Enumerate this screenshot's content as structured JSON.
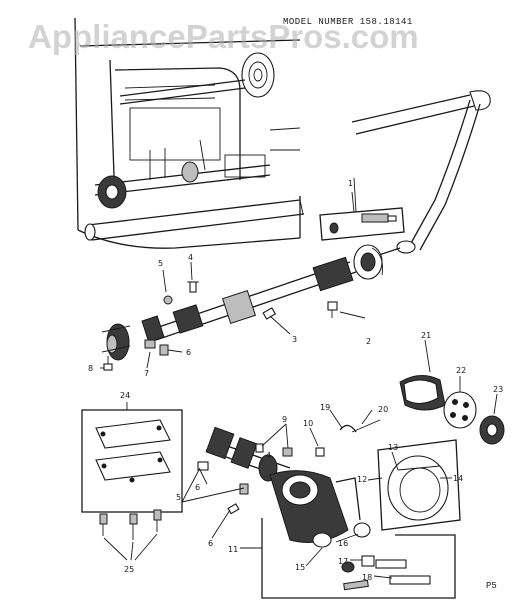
{
  "header": {
    "watermark": "AppliancePartsPros.com",
    "model_number": "MODEL NUMBER 158.18141"
  },
  "footer": {
    "page_label": "P5"
  },
  "callouts": [
    {
      "id": "c1",
      "label": "1"
    },
    {
      "id": "c2",
      "label": "2"
    },
    {
      "id": "c3",
      "label": "3"
    },
    {
      "id": "c4a",
      "label": "4"
    },
    {
      "id": "c4b",
      "label": "4"
    },
    {
      "id": "c5a",
      "label": "5"
    },
    {
      "id": "c5b",
      "label": "5"
    },
    {
      "id": "c6a",
      "label": "6"
    },
    {
      "id": "c6b",
      "label": "6"
    },
    {
      "id": "c6c",
      "label": "6"
    },
    {
      "id": "c7",
      "label": "7"
    },
    {
      "id": "c8",
      "label": "8"
    },
    {
      "id": "c9",
      "label": "9"
    },
    {
      "id": "c10",
      "label": "10"
    },
    {
      "id": "c11",
      "label": "11"
    },
    {
      "id": "c12",
      "label": "12"
    },
    {
      "id": "c13",
      "label": "13"
    },
    {
      "id": "c14",
      "label": "14"
    },
    {
      "id": "c15",
      "label": "15"
    },
    {
      "id": "c16",
      "label": "16"
    },
    {
      "id": "c17",
      "label": "17"
    },
    {
      "id": "c18",
      "label": "18"
    },
    {
      "id": "c19",
      "label": "19"
    },
    {
      "id": "c20",
      "label": "20"
    },
    {
      "id": "c21",
      "label": "21"
    },
    {
      "id": "c22",
      "label": "22"
    },
    {
      "id": "c23",
      "label": "23"
    },
    {
      "id": "c24",
      "label": "24"
    },
    {
      "id": "c25",
      "label": "25"
    }
  ]
}
